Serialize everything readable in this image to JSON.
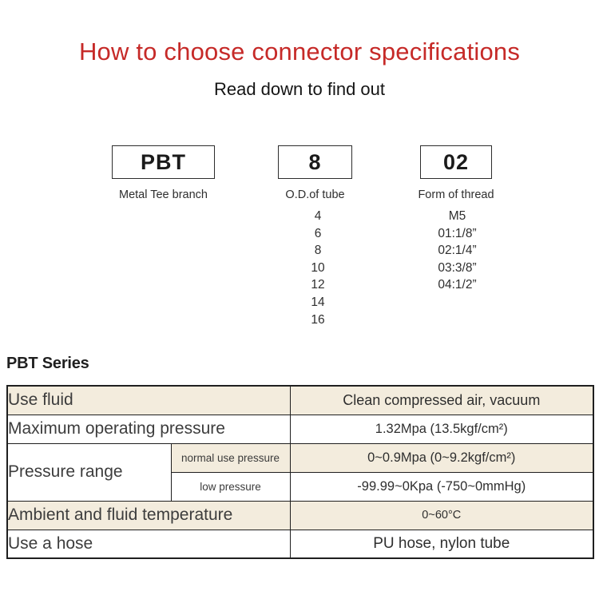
{
  "page": {
    "title": "How to choose connector specifications",
    "subtitle": "Read down to find out"
  },
  "colors": {
    "title_red": "#c62a28",
    "row_beige": "#f3ecdd",
    "table_border": "#1f1f1f"
  },
  "selector": {
    "boxes": [
      {
        "code": "PBT",
        "label": "Metal Tee branch"
      },
      {
        "code": "8",
        "label": "O.D.of tube",
        "options": [
          "4",
          "6",
          "8",
          "10",
          "12",
          "14",
          "16"
        ]
      },
      {
        "code": "02",
        "label": "Form of thread",
        "options": [
          "M5",
          "01:1/8”",
          "02:1/4”",
          "03:3/8”",
          "04:1/2”"
        ]
      }
    ]
  },
  "series": {
    "heading": "PBT Series",
    "table": {
      "rows": [
        {
          "label": "Use fluid",
          "value": "Clean compressed air, vacuum"
        },
        {
          "label": "Maximum operating pressure",
          "value": "1.32Mpa (13.5kgf/cm²)"
        },
        {
          "label": "Pressure range",
          "sub": [
            {
              "label": "normal use pressure",
              "value": "0~0.9Mpa (0~9.2kgf/cm²)"
            },
            {
              "label": "low pressure",
              "value": "-99.99~0Kpa (-750~0mmHg)"
            }
          ]
        },
        {
          "label": "Ambient and fluid temperature",
          "value": "0~60°C"
        },
        {
          "label": "Use a hose",
          "value": "PU hose, nylon tube"
        }
      ]
    }
  }
}
